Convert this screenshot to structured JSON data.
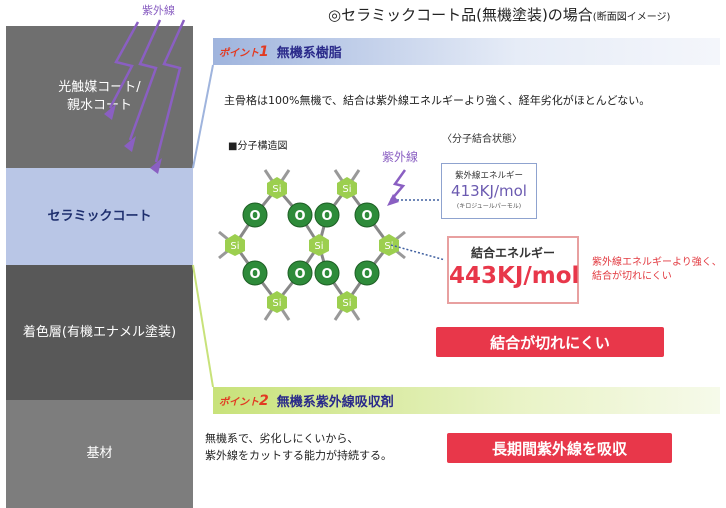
{
  "title": "◎セラミックコート品(無機塗装)の場合",
  "title_note": "(断面図イメージ)",
  "uv_top_label": "紫外線",
  "layers": [
    {
      "label_line1": "光触媒コート/",
      "label_line2": "親水コート"
    },
    {
      "label_line1": "セラミックコート",
      "label_line2": ""
    },
    {
      "label_line1": "着色層(有機エナメル塗装)",
      "label_line2": ""
    },
    {
      "label_line1": "基材",
      "label_line2": ""
    }
  ],
  "point1": {
    "tag_prefix": "ポイント",
    "tag_num": "1",
    "title": "無機系樹脂",
    "description": "主骨格は100%無機で、結合は紫外線エネルギーより強く、経年劣化がほとんどない。"
  },
  "molecule_label": "■分子構造図",
  "bond_state_label": "〈分子結合状態〉",
  "uv_mid_label": "紫外線",
  "uv_energy_box": {
    "title": "紫外線エネルギー",
    "value": "413KJ/mol",
    "reading": "(キロジュールパーモル)"
  },
  "bond_energy_box": {
    "title": "結合エネルギー",
    "value": "443KJ/mol"
  },
  "red_note_line1": "紫外線エネルギーより強く、",
  "red_note_line2": "結合が切れにくい",
  "bond_button": "結合が切れにくい",
  "point2": {
    "tag_prefix": "ポイント",
    "tag_num": "2",
    "title": "無機系紫外線吸収剤",
    "description_line1": "無機系で、劣化しにくいから、",
    "description_line2": "紫外線をカットする能力が持続する。"
  },
  "uv_absorb_button": "長期間紫外線を吸収",
  "atom_labels": {
    "si": "Si",
    "o": "O"
  },
  "colors": {
    "uv_purple": "#8a5fc2",
    "accent_red": "#e8374a",
    "si_green": "#9ccf4f",
    "o_green": "#2e8b3a"
  }
}
